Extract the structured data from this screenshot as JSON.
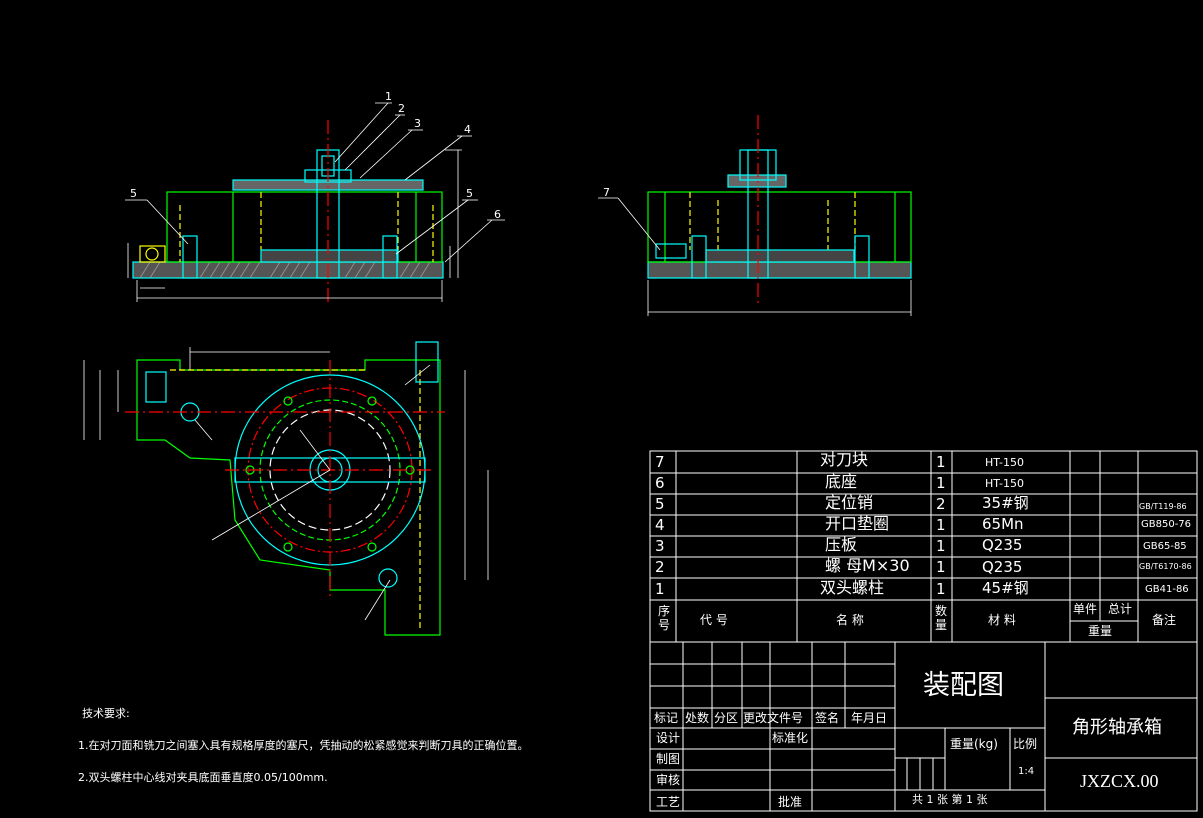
{
  "callouts": {
    "front": [
      "1",
      "2",
      "3",
      "4",
      "5",
      "5",
      "6"
    ],
    "side": [
      "7"
    ]
  },
  "notes": {
    "title": "技术要求:",
    "items": [
      "1.在对刀面和铣刀之间塞入具有规格厚度的塞尺，凭抽动的松紧感觉来判断刀具的正确位置。",
      "2.双头螺柱中心线对夹具底面垂直度0.05/100mm."
    ]
  },
  "bom": {
    "rows": [
      {
        "no": "7",
        "code": "",
        "name": "对刀块",
        "qty": "1",
        "material": "HT-150",
        "unit": "",
        "total": "",
        "remark": ""
      },
      {
        "no": "6",
        "code": "",
        "name": "底座",
        "qty": "1",
        "material": "HT-150",
        "unit": "",
        "total": "",
        "remark": ""
      },
      {
        "no": "5",
        "code": "",
        "name": "定位销",
        "qty": "2",
        "material": "35#钢",
        "unit": "",
        "total": "",
        "remark": "GB/T119-86"
      },
      {
        "no": "4",
        "code": "",
        "name": "开口垫圈",
        "qty": "1",
        "material": "65Mn",
        "unit": "",
        "total": "",
        "remark": "GB850-76"
      },
      {
        "no": "3",
        "code": "",
        "name": "压板",
        "qty": "1",
        "material": "Q235",
        "unit": "",
        "total": "",
        "remark": "GB65-85"
      },
      {
        "no": "2",
        "code": "",
        "name": "螺 母M×30",
        "qty": "1",
        "material": "Q235",
        "unit": "",
        "total": "",
        "remark": "GB/T6170-86"
      },
      {
        "no": "1",
        "code": "",
        "name": "双头螺柱",
        "qty": "1",
        "material": "45#钢",
        "unit": "",
        "total": "",
        "remark": "GB41-86"
      }
    ],
    "header": {
      "no": "序号",
      "code": "代    号",
      "name": "名    称",
      "qty": "数量",
      "material": "材    料",
      "unit": "单件",
      "total": "总计",
      "weight": "重量",
      "remark": "备注"
    }
  },
  "title_block": {
    "drawing_type": "装配图",
    "part_name": "角形轴承箱",
    "drawing_no": "JXZCX.00",
    "scale": "1:4",
    "weight_label": "重量(kg)",
    "scale_label": "比例",
    "sheets": "共 1 张  第  1 张",
    "labels": {
      "mark": "标记",
      "count": "处数",
      "zone": "分区",
      "doc": "更改文件号",
      "sign": "签名",
      "date": "年月日",
      "design": "设计",
      "standard": "标准化",
      "draw": "制图",
      "check": "审核",
      "process": "工艺",
      "approve": "批准"
    }
  },
  "colors": {
    "background": "#000000",
    "outline": "#00ffff",
    "hidden": "#ffff00",
    "center": "#ff0000",
    "green": "#00ff00",
    "text": "#ffffff",
    "hatch": "#808080"
  }
}
